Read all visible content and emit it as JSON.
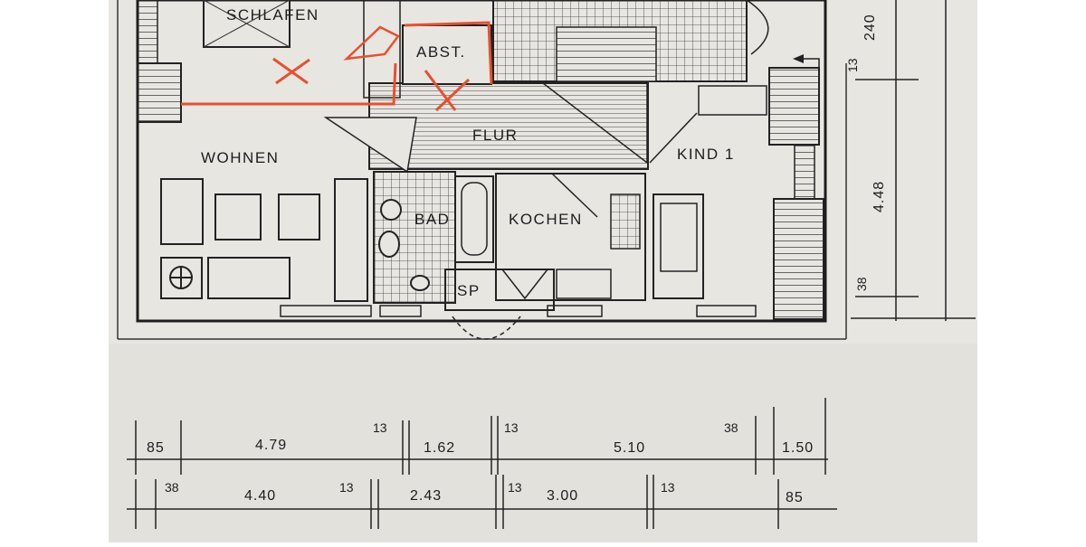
{
  "rooms": {
    "schlafen": "SCHLAFEN",
    "abst": "ABST.",
    "flur": "FLUR",
    "wohnen": "WOHNEN",
    "kind": "KIND 1",
    "bad": "BAD",
    "kochen": "KOCHEN",
    "sp": "SP"
  },
  "right_dims": {
    "top": "240",
    "upper": "13",
    "height": "4.48",
    "bottom": "38"
  },
  "dim_row1": {
    "a": "85",
    "b": "4.79",
    "c": "13",
    "d": "1.62",
    "e": "13",
    "f": "5.10",
    "g": "38",
    "h": "1.50"
  },
  "dim_row2": {
    "a": "38",
    "b": "4.40",
    "c": "13",
    "d": "2.43",
    "e": "13",
    "f": "3.00",
    "g": "13",
    "h": "85"
  },
  "colors": {
    "paper": "#e7e6e1",
    "ink": "#1d1d1d",
    "markup": "#e8502f",
    "background": "#ffffff"
  }
}
